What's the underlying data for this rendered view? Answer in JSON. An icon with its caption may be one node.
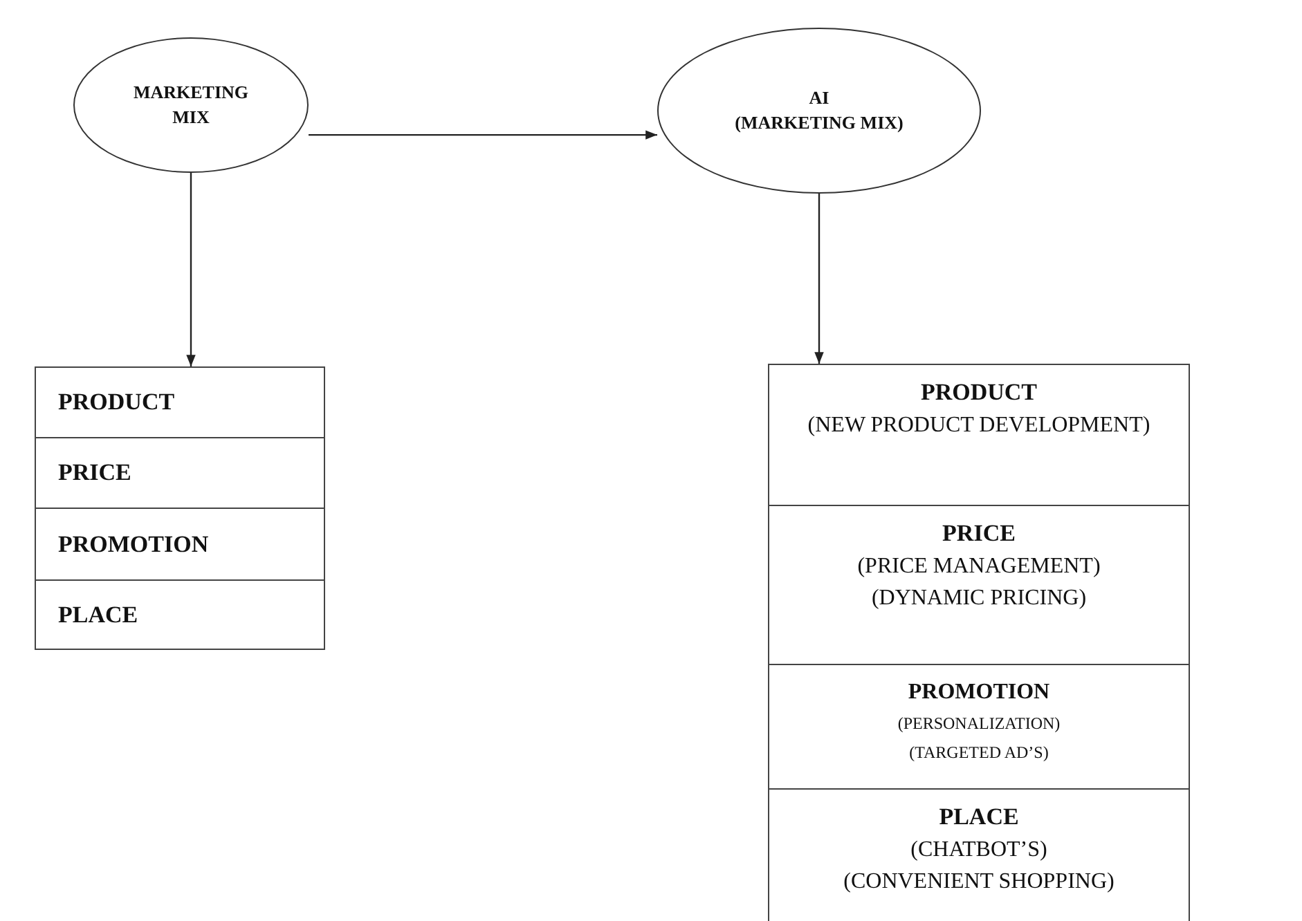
{
  "diagram": {
    "nodes": [
      {
        "text": [
          "MARKETING MIX"
        ]
      },
      {
        "text": [
          "AI",
          "(MARKETING MIX)"
        ]
      },
      {
        "text": [],
        "shape": "box"
      },
      {
        "text": [
          "PRODUCT"
        ],
        "in": 2
      },
      {
        "text": [
          "PRICE"
        ],
        "in": 2
      },
      {
        "text": [
          "PROMOTION"
        ],
        "in": 2
      },
      {
        "text": [
          "PLACE"
        ],
        "in": 2
      },
      {
        "text": [],
        "shape": "box"
      },
      {
        "text": [
          "PRODUCT",
          "(NEW PRODUCT DEVELOPMENT)"
        ],
        "in": 7
      },
      {
        "text": [
          "PRICE",
          "(PRICE MANAGEMENT)",
          "(DYNAMIC PRICING)"
        ],
        "in": 7
      },
      {
        "text": [
          "PROMOTION",
          "(PERSONALIZATION)",
          "(TARGETED AD’S)"
        ],
        "in": 7
      },
      {
        "text": [
          "PLACE",
          "(CHATBOT’S)",
          "(CONVENIENT SHOPPING)"
        ],
        "in": 7
      }
    ],
    "edges": [
      {
        "from": 0,
        "to": 1,
        "arrow": "to"
      },
      {
        "from": 0,
        "to": 2,
        "arrow": "to"
      },
      {
        "from": 1,
        "to": 7,
        "arrow": "to"
      }
    ]
  }
}
